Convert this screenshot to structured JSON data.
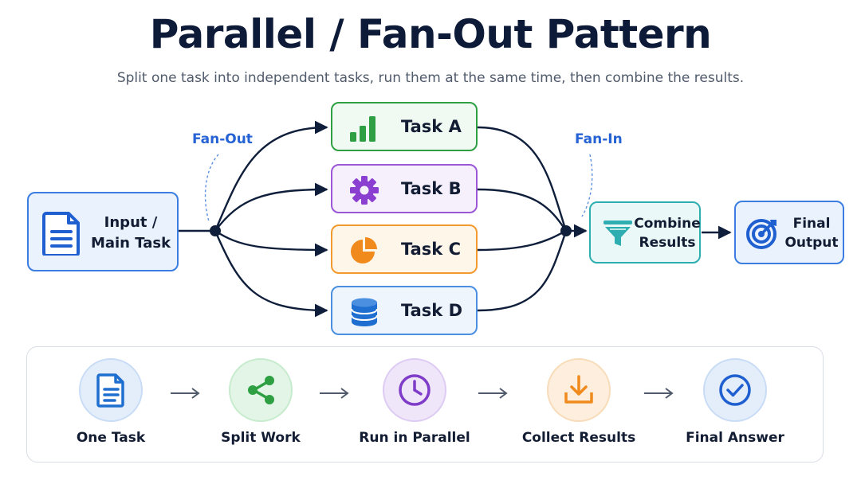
{
  "header": {
    "title": "Parallel / Fan-Out Pattern",
    "subtitle": "Split one task into independent tasks, run them at the same time, then combine the results."
  },
  "flow": {
    "fan_out_label": "Fan-Out",
    "fan_in_label": "Fan-In",
    "input": {
      "label_line1": "Input /",
      "label_line2": "Main Task",
      "icon": "document-icon"
    },
    "tasks": [
      {
        "label": "Task A",
        "icon": "bar-chart-icon",
        "color": "#2ea043"
      },
      {
        "label": "Task B",
        "icon": "gear-icon",
        "color": "#8a3fd1"
      },
      {
        "label": "Task C",
        "icon": "pie-chart-icon",
        "color": "#f08a1c"
      },
      {
        "label": "Task D",
        "icon": "database-icon",
        "color": "#1f6fd0"
      }
    ],
    "combine": {
      "label_line1": "Combine",
      "label_line2": "Results",
      "icon": "funnel-icon",
      "color": "#2eaeb0"
    },
    "final": {
      "label_line1": "Final",
      "label_line2": "Output",
      "icon": "target-icon",
      "color": "#1f5fd0"
    }
  },
  "steps": [
    {
      "label": "One Task",
      "icon": "document-icon",
      "color": "#1f6fd0"
    },
    {
      "label": "Split Work",
      "icon": "share-icon",
      "color": "#2ea043"
    },
    {
      "label": "Run in Parallel",
      "icon": "clock-icon",
      "color": "#7e3cc9"
    },
    {
      "label": "Collect Results",
      "icon": "download-icon",
      "color": "#f08a1c"
    },
    {
      "label": "Final Answer",
      "icon": "check-circle-icon",
      "color": "#1f5fd0"
    }
  ]
}
